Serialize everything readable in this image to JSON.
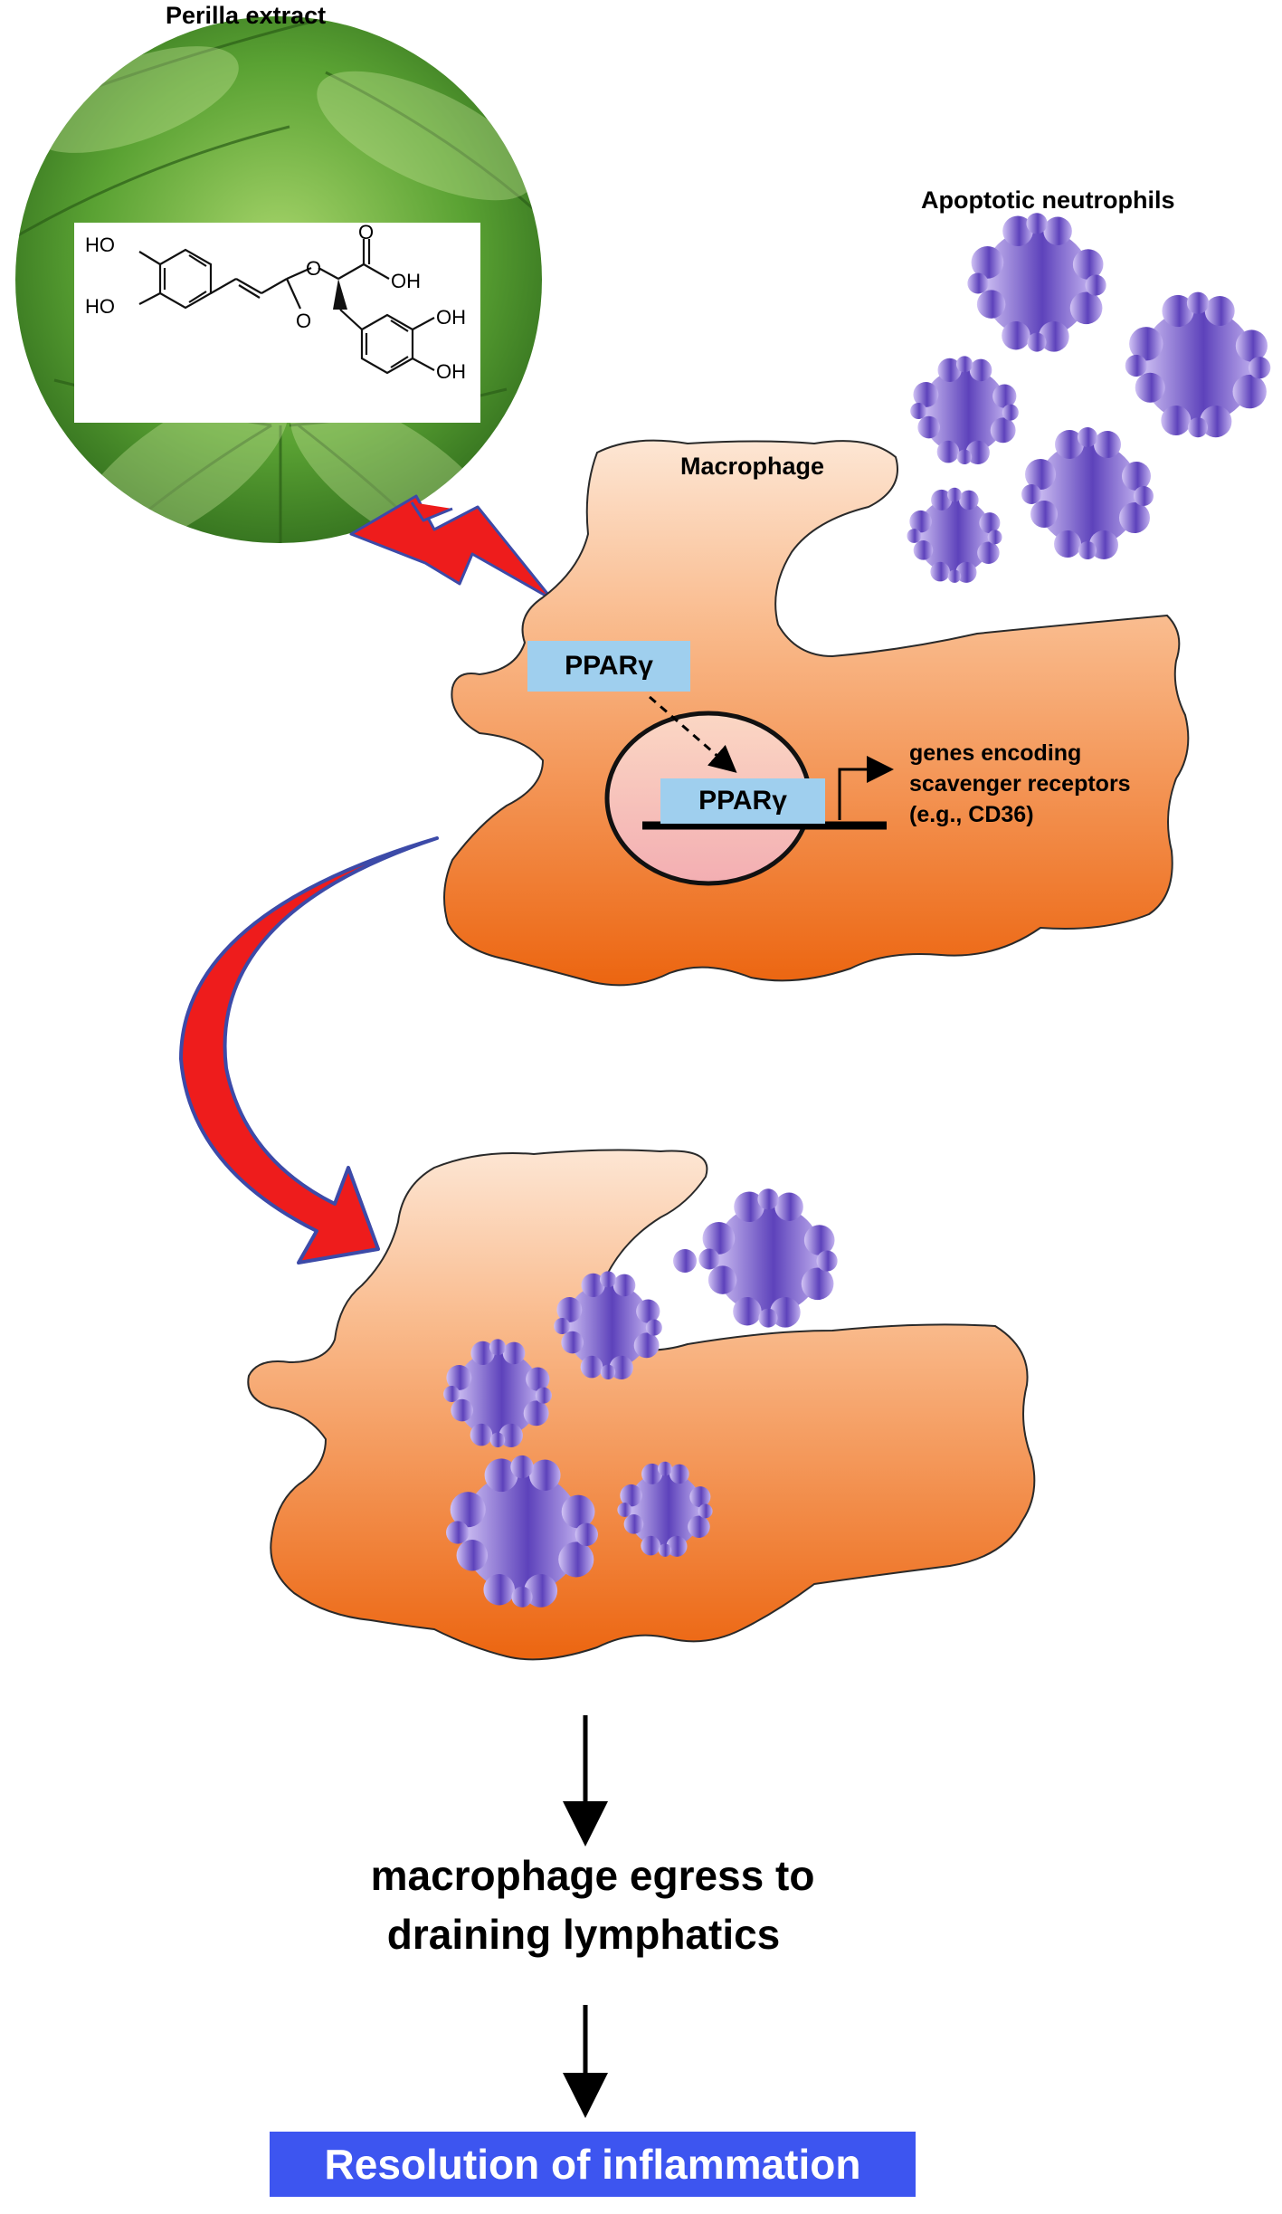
{
  "labels": {
    "perilla_extract": "Perilla extract",
    "apoptotic_neutrophils": "Apoptotic neutrophils",
    "macrophage": "Macrophage",
    "ppar_cytoplasm": "PPARγ",
    "ppar_nucleus": "PPARγ",
    "genes_line1": "genes encoding",
    "genes_line2": "scavenger receptors",
    "genes_line3": "(e.g., CD36)",
    "egress_line1": "macrophage egress to",
    "egress_line2": "draining lymphatics",
    "resolution": "Resolution of inflammation"
  },
  "chemical": {
    "ho_top": "HO",
    "ho_left": "HO",
    "oh_acid": "OH",
    "o_carbonyl": "O",
    "o_acid": "O",
    "o_ester": "O",
    "oh_ring1": "OH",
    "oh_ring2": "OH"
  },
  "colors": {
    "macrophage_light": "#fde3cf",
    "macrophage_dark": "#ee6a12",
    "nucleus_fill": "#f4b9b5",
    "ppar_box": "#9fcfee",
    "neutrophil_dark": "#5b3fb8",
    "neutrophil_light": "#c9b8f2",
    "arrow_red": "#ee1c1c",
    "arrow_outline": "#3c4aa8",
    "result_box": "#3d55f0",
    "leaf_green": "#4a8f2a"
  }
}
